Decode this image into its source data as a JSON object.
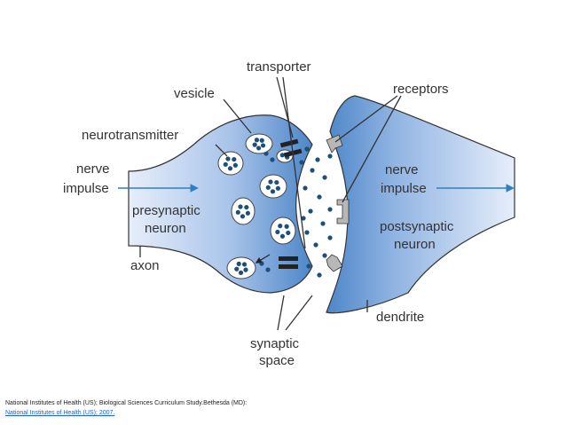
{
  "diagram": {
    "labels": {
      "transporter": "transporter",
      "vesicle": "vesicle",
      "neurotransmitter": "neurotransmitter",
      "receptors": "receptors",
      "nerve_impulse_left_1": "nerve",
      "nerve_impulse_left_2": "impulse",
      "presynaptic_1": "presynaptic",
      "presynaptic_2": "neuron",
      "axon": "axon",
      "nerve_impulse_right_1": "nerve",
      "nerve_impulse_right_2": "impulse",
      "postsynaptic_1": "postsynaptic",
      "postsynaptic_2": "neuron",
      "dendrite": "dendrite",
      "synaptic_space_1": "synaptic",
      "synaptic_space_2": "space"
    },
    "colors": {
      "neuron_light": "#e6eefa",
      "neuron_dark": "#4d86c8",
      "arrow": "#2f7fc5",
      "dot": "#1d4f7c",
      "receptor": "#b7b7b7",
      "transporter": "#222222"
    }
  },
  "credit": {
    "line1": "National Institutes of Health (US); Biological Sciences Curriculum Study.Bethesda (MD):",
    "line2": "National Institutes of Health (US); 2007."
  }
}
